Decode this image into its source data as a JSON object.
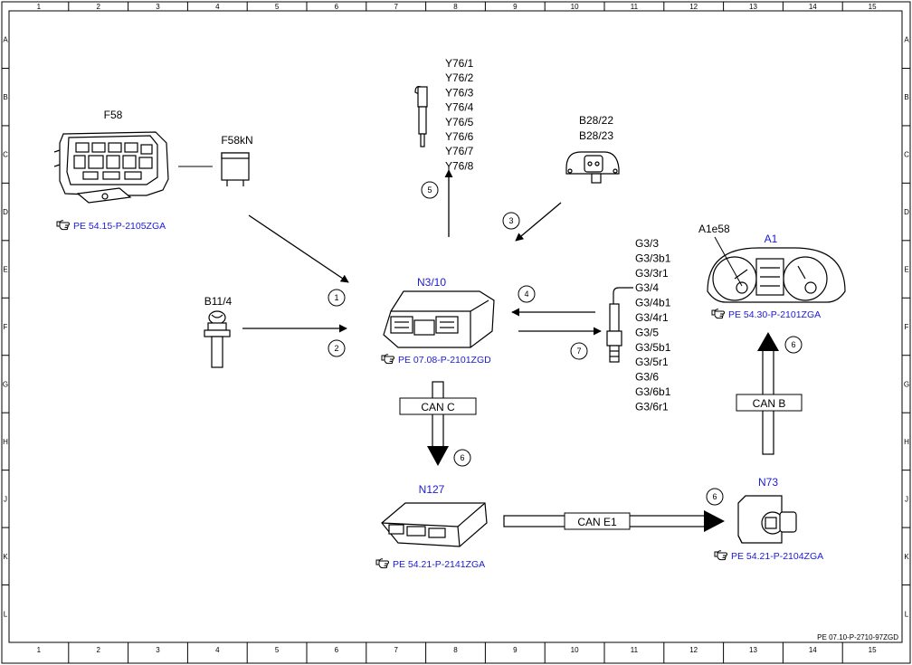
{
  "frame": {
    "columns": [
      "1",
      "2",
      "3",
      "4",
      "5",
      "6",
      "7",
      "8",
      "9",
      "10",
      "11",
      "12",
      "13",
      "14",
      "15"
    ],
    "rows": [
      "A",
      "B",
      "C",
      "D",
      "E",
      "F",
      "G",
      "H",
      "J",
      "K",
      "L"
    ],
    "doc_id": "PE 07.10-P-2710-97ZGD"
  },
  "components": {
    "f58": {
      "label": "F58",
      "ref": "PE 54.15-P-2105ZGA"
    },
    "f58kn": {
      "label": "F58kN"
    },
    "b11": {
      "label": "B11/4"
    },
    "n310": {
      "label": "N3/10",
      "ref": "PE 07.08-P-2101ZGD"
    },
    "y76": {
      "labels": [
        "Y76/1",
        "Y76/2",
        "Y76/3",
        "Y76/4",
        "Y76/5",
        "Y76/6",
        "Y76/7",
        "Y76/8"
      ]
    },
    "b28": {
      "labels": [
        "B28/22",
        "B28/23"
      ]
    },
    "g3": {
      "labels": [
        "G3/3",
        "G3/3b1",
        "G3/3r1",
        "G3/4",
        "G3/4b1",
        "G3/4r1",
        "G3/5",
        "G3/5b1",
        "G3/5r1",
        "G3/6",
        "G3/6b1",
        "G3/6r1"
      ]
    },
    "a1": {
      "label": "A1",
      "sublabel": "A1e58",
      "ref": "PE 54.30-P-2101ZGA"
    },
    "n127": {
      "label": "N127",
      "ref": "PE 54.21-P-2141ZGA"
    },
    "n73": {
      "label": "N73",
      "ref": "PE 54.21-P-2104ZGA"
    }
  },
  "buses": {
    "can_c": "CAN C",
    "can_b": "CAN B",
    "can_e1": "CAN E1"
  },
  "signals": [
    "1",
    "2",
    "3",
    "4",
    "5",
    "6",
    "6",
    "6",
    "7"
  ],
  "icons": {
    "reference": "pointing-hand-icon"
  },
  "colors": {
    "reference_text": "#1a1ad6"
  }
}
